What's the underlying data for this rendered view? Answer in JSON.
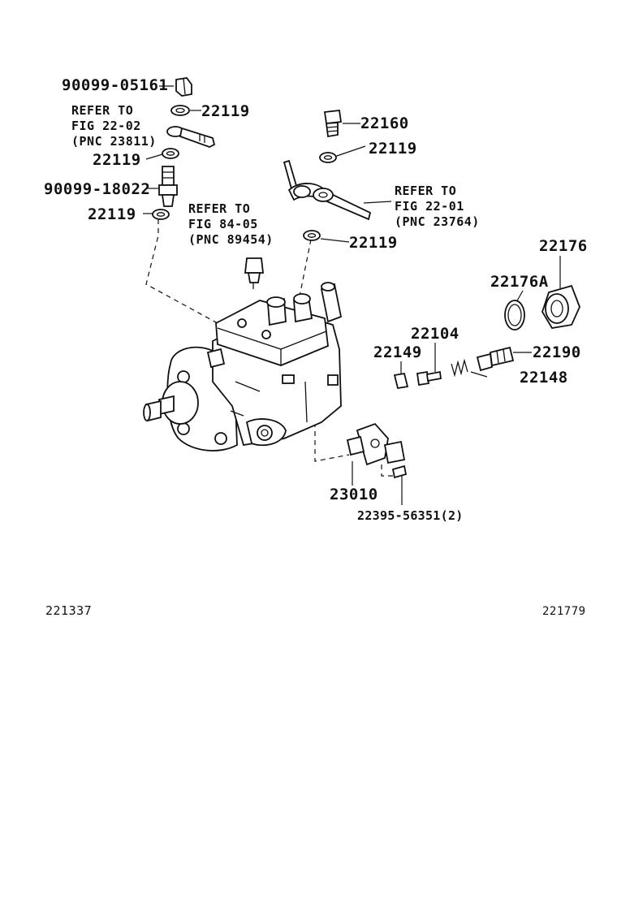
{
  "parts": {
    "p_9009905161": "90099-05161",
    "p_22119_a": "22119",
    "p_22119_b": "22119",
    "p_9009918022": "90099-18022",
    "p_22119_c": "22119",
    "p_22160": "22160",
    "p_22119_d": "22119",
    "p_22119_e": "22119",
    "p_22176": "22176",
    "p_22176A": "22176A",
    "p_22104": "22104",
    "p_22149": "22149",
    "p_22190": "22190",
    "p_22148": "22148",
    "p_23010": "23010",
    "p_2239556351": "22395-56351(2)"
  },
  "references": {
    "ref_22_02": [
      "REFER TO",
      "FIG 22-02",
      "(PNC 23811)"
    ],
    "ref_22_01": [
      "REFER TO",
      "FIG 22-01",
      "(PNC 23764)"
    ],
    "ref_84_05": [
      "REFER TO",
      "FIG 84-05",
      "(PNC 89454)"
    ]
  },
  "illustration_numbers": {
    "left": "221337",
    "right": "221779"
  }
}
